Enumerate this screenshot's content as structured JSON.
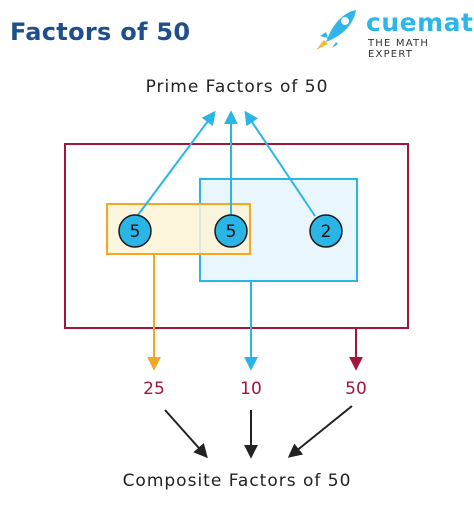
{
  "header": {
    "title": "Factors of 50",
    "brand_name": "cuemath",
    "brand_tagline": "THE MATH EXPERT"
  },
  "diagram": {
    "top_label": "Prime Factors of 50",
    "bottom_label": "Composite Factors of 50",
    "prime_nodes": [
      "5",
      "5",
      "2"
    ],
    "composite_factors": [
      "25",
      "10",
      "50"
    ]
  },
  "colors": {
    "title": "#1f4e8c",
    "brand": "#2eb6ea",
    "outer_box": "#a4153c",
    "orange_box": "#f5a623",
    "blue_box": "#29b6e6",
    "node_fill": "#29b6e6",
    "composite_text": "#a4153c",
    "black_arrows": "#222222"
  }
}
